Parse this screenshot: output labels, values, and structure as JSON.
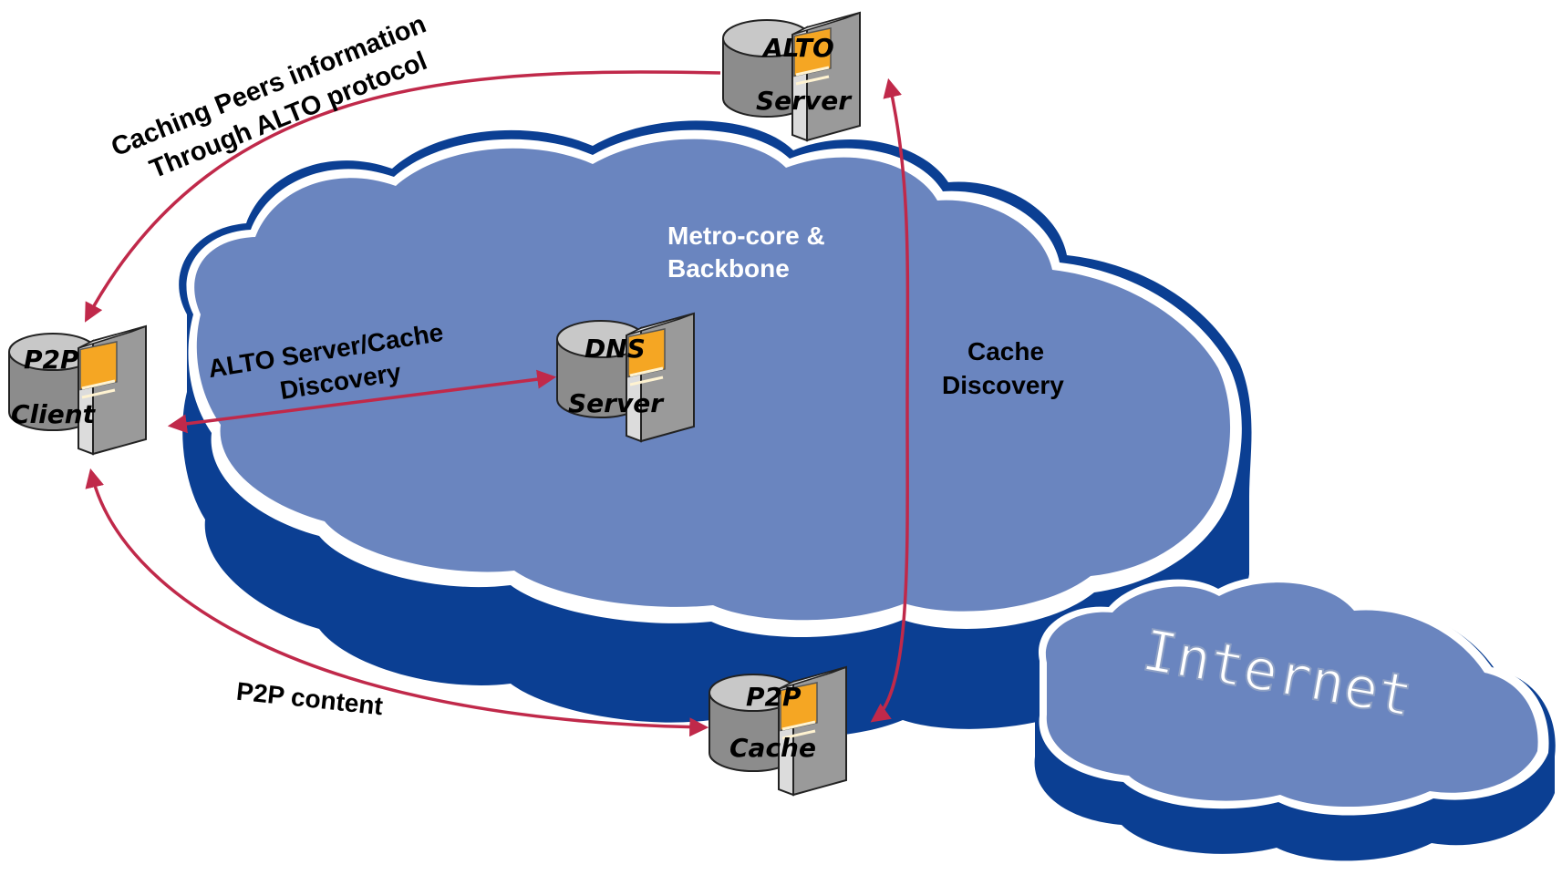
{
  "cloud_label": {
    "line1": "Metro-core &",
    "line2": "Backbone"
  },
  "internet_label": "Internet",
  "nodes": {
    "alto_server": {
      "line1": "ALTO",
      "line2": "Server"
    },
    "p2p_client": {
      "line1": "P2P",
      "line2": "Client"
    },
    "dns_server": {
      "line1": "DNS",
      "line2": "Server"
    },
    "p2p_cache": {
      "line1": "P2P",
      "line2": "Cache"
    }
  },
  "edges": {
    "caching_peers": {
      "line1": "Caching Peers information",
      "line2": "Through ALTO protocol"
    },
    "alto_discovery": {
      "line1": "ALTO Server/Cache",
      "line2": "Discovery"
    },
    "cache_discovery": {
      "line1": "Cache",
      "line2": "Discovery"
    },
    "p2p_content": {
      "line1": "P2P content"
    }
  },
  "colors": {
    "cloud_top": "#6a85bf",
    "cloud_side": "#0b3f93",
    "arrow": "#c0294a",
    "server_gray": "#9a9a9a",
    "drive_orange": "#f5a623"
  }
}
